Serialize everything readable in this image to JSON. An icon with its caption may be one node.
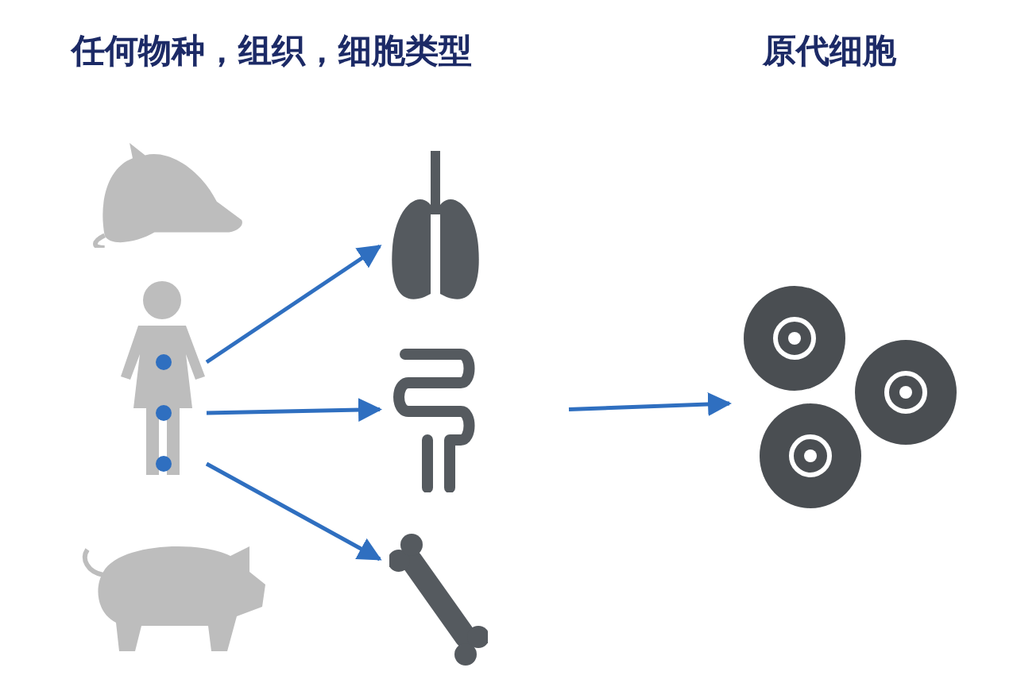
{
  "diagram": {
    "nodes": [
      {
        "text": [],
        "shape": "picture"
      },
      {
        "text": [],
        "shape": "picture"
      },
      {
        "text": [],
        "shape": "picture"
      },
      {
        "text": [],
        "shape": "picture"
      },
      {
        "text": [],
        "shape": "picture"
      },
      {
        "text": [],
        "shape": "picture"
      },
      {
        "text": [],
        "shape": "picture"
      }
    ],
    "edges": [
      {
        "from": 1,
        "to": 3,
        "arrow": "to"
      },
      {
        "from": 1,
        "to": 4,
        "arrow": "to"
      },
      {
        "from": 1,
        "to": 5,
        "arrow": "to"
      },
      {
        "from": 4,
        "to": 6,
        "arrow": "to"
      }
    ],
    "labels": [
      "任何物种，组织，细胞类型",
      "原代细胞"
    ]
  }
}
